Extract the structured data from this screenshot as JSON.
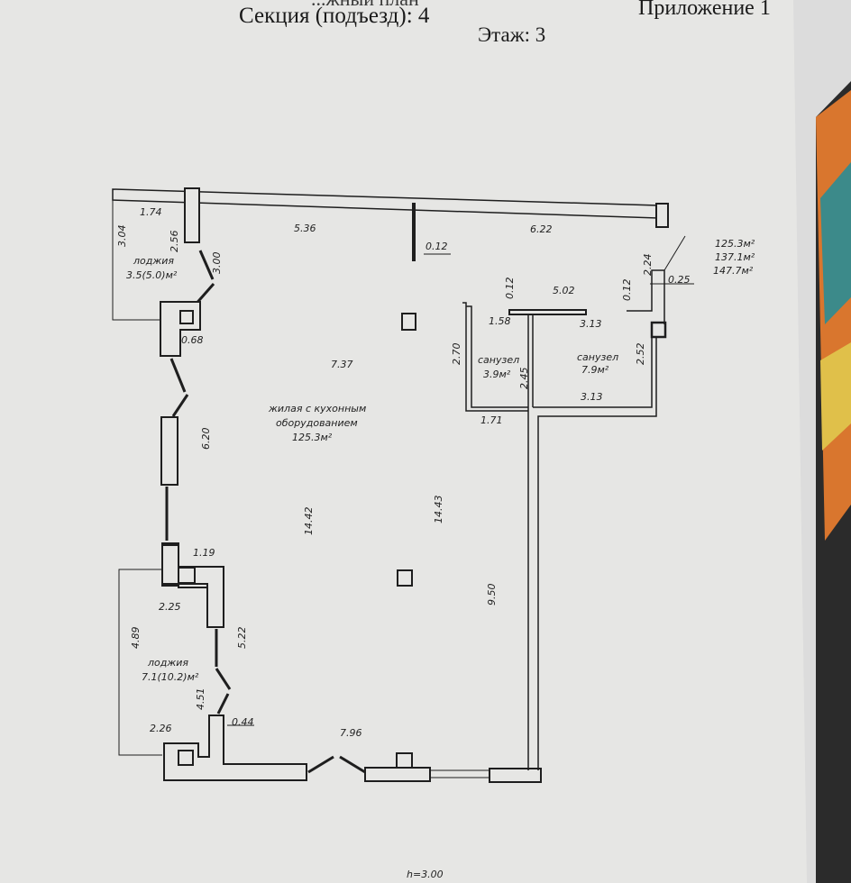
{
  "header": {
    "plan_title_partial": "...жный план",
    "section": "Секция (подъезд): 4",
    "floor": "Этаж: 3",
    "appendix": "Приложение 1"
  },
  "rooms": {
    "loggia_top": {
      "name": "лоджия",
      "area": "3.5(5.0)м²"
    },
    "living": {
      "name_line1": "жилая с кухонным",
      "name_line2": "оборудованием",
      "area": "125.3м²"
    },
    "bath_small": {
      "name": "санузел",
      "area": "3.9м²"
    },
    "bath_large": {
      "name": "санузел",
      "area": "7.9м²"
    },
    "loggia_bottom": {
      "name": "лоджия",
      "area": "7.1(10.2)м²"
    }
  },
  "totals": [
    "125.3м²",
    "137.1м²",
    "147.7м²"
  ],
  "dims": [
    "1.74",
    "3.04",
    "2.56",
    "5.36",
    "0.12",
    "6.22",
    "3.00",
    "2.24",
    "0.25",
    "0.12",
    "5.02",
    "0.12",
    "1.58",
    "3.13",
    "0.68",
    "7.37",
    "2.70",
    "2.52",
    "2.45",
    "3.13",
    "1.71",
    "6.20",
    "14.42",
    "14.43",
    "1.19",
    "2.25",
    "4.89",
    "5.22",
    "4.51",
    "0.44",
    "2.26",
    "7.96",
    "9.50"
  ],
  "ceiling_height": "h=3.00",
  "colors": {
    "paper": "#e6e6e4",
    "ink": "#1e1e1e",
    "backdrop": "#2a2a2a"
  }
}
